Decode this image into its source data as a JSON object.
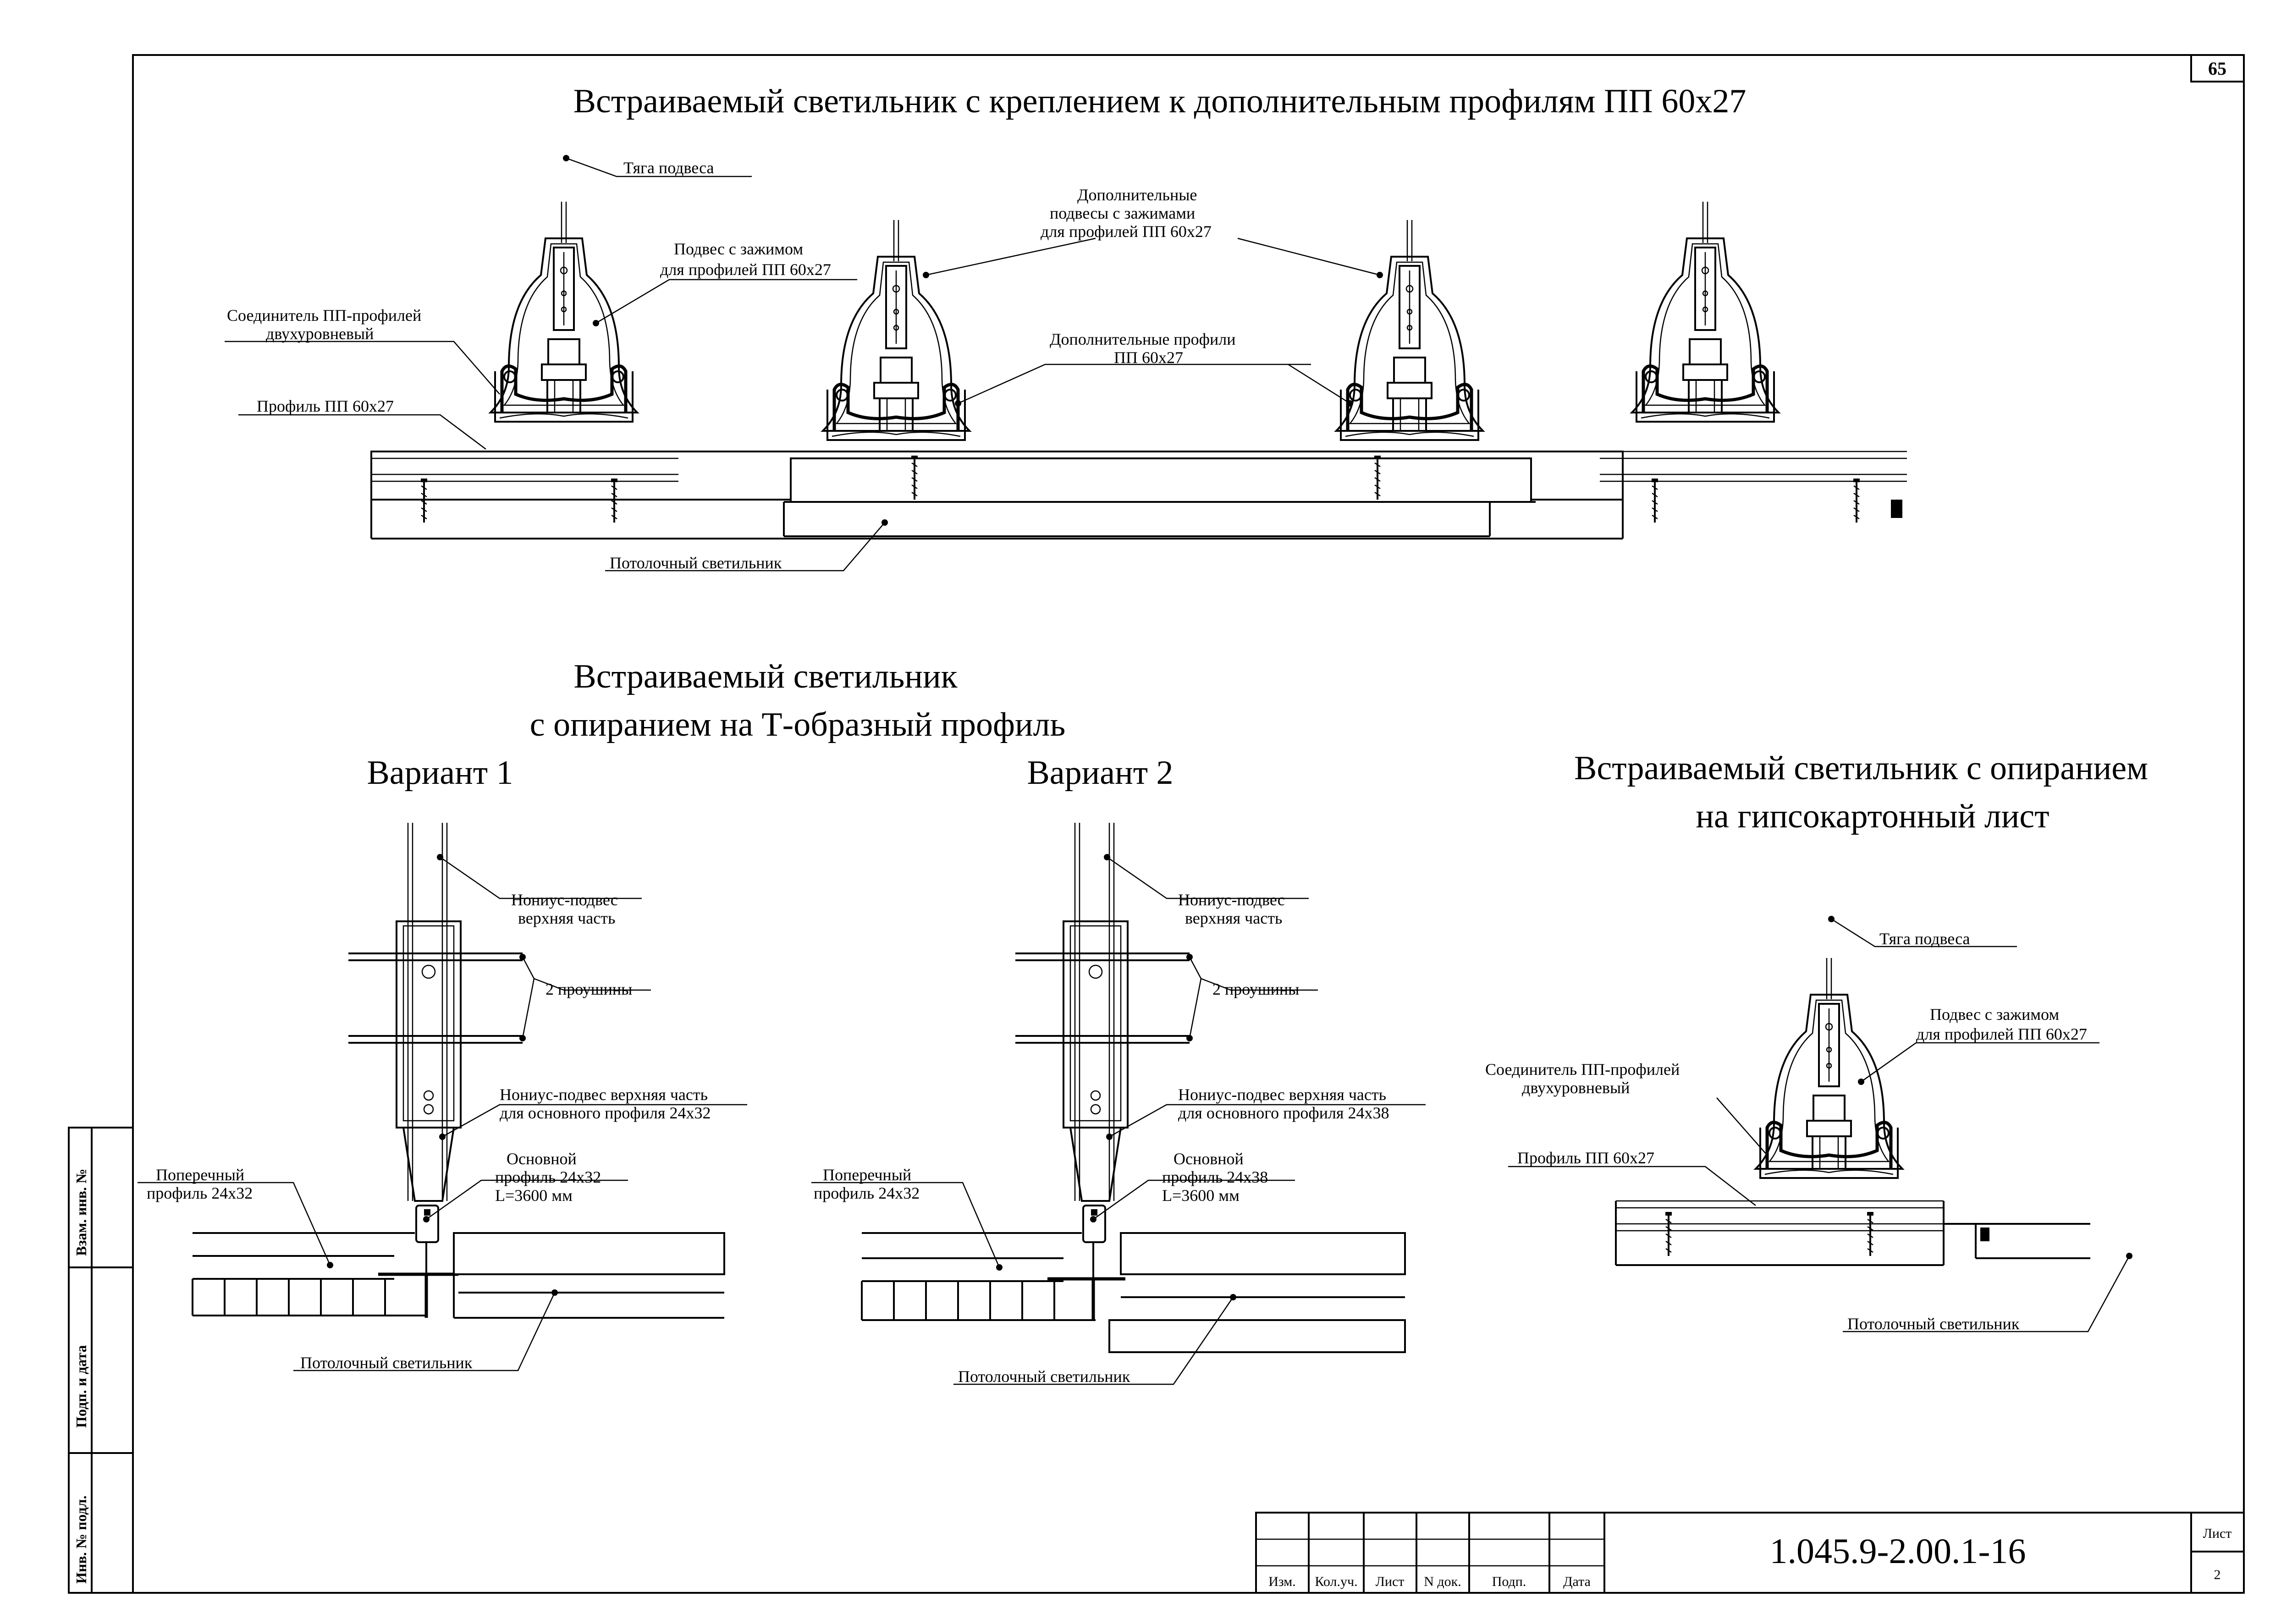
{
  "page_number": "65",
  "titles": {
    "top": "Встраиваемый светильник с креплением к дополнительным профилям ПП 60х27",
    "t_profile_line1": "Встраиваемый светильник",
    "t_profile_line2": "с опиранием на Т-образный профиль",
    "variant1": "Вариант 1",
    "variant2": "Вариант 2",
    "gkl_line1": "Встраиваемый светильник с опиранием",
    "gkl_line2": "на гипсокартонный лист"
  },
  "labels_top": {
    "rod": "Тяга подвеса",
    "hanger_line1": "Подвес с зажимом",
    "hanger_line2": "для профилей ПП 60х27",
    "connector_line1": "Соединитель ПП-профилей",
    "connector_line2": "двухуровневый",
    "profile": "Профиль ПП 60х27",
    "extra_hangers_line1": "Дополнительные",
    "extra_hangers_line2": "подвесы с зажимами",
    "extra_hangers_line3": "для профилей ПП 60х27",
    "extra_profiles_line1": "Дополнительные профили",
    "extra_profiles_line2": "ПП 60х27",
    "lamp": "Потолочный светильник"
  },
  "labels_v1": {
    "nonius_line1": "Нониус-подвес",
    "nonius_line2": "верхняя часть",
    "lugs": "2 проушины",
    "nonius_main_line1": "Нониус-подвес верхняя часть",
    "nonius_main_line2": "для основного профиля 24х32",
    "main_line1": "Основной",
    "main_line2": "профиль 24х32",
    "main_line3": "L=3600 мм",
    "cross_line1": "Поперечный",
    "cross_line2": "профиль 24х32",
    "lamp": "Потолочный светильник"
  },
  "labels_v2": {
    "nonius_line1": "Нониус-подвес",
    "nonius_line2": "верхняя часть",
    "lugs": "2 проушины",
    "nonius_main_line1": "Нониус-подвес верхняя часть",
    "nonius_main_line2": "для основного профиля 24х38",
    "main_line1": "Основной",
    "main_line2": "профиль 24х38",
    "main_line3": "L=3600 мм",
    "cross_line1": "Поперечный",
    "cross_line2": "профиль 24х32",
    "lamp": "Потолочный светильник"
  },
  "labels_gkl": {
    "rod": "Тяга подвеса",
    "hanger_line1": "Подвес с зажимом",
    "hanger_line2": "для профилей ПП 60х27",
    "connector_line1": "Соединитель ПП-профилей",
    "connector_line2": "двухуровневый",
    "profile": "Профиль ПП 60х27",
    "lamp": "Потолочный светильник"
  },
  "side_stamp": {
    "vzam": "Взам. инв. №",
    "podp": "Подп. и дата",
    "inv": "Инв. № подл."
  },
  "title_block": {
    "cols": [
      "Изм.",
      "Кол.уч.",
      "Лист",
      "N док.",
      "Подп.",
      "Дата"
    ],
    "doc_code": "1.045.9-2.00.1-16",
    "sheet_label": "Лист",
    "sheet_value": "2"
  }
}
